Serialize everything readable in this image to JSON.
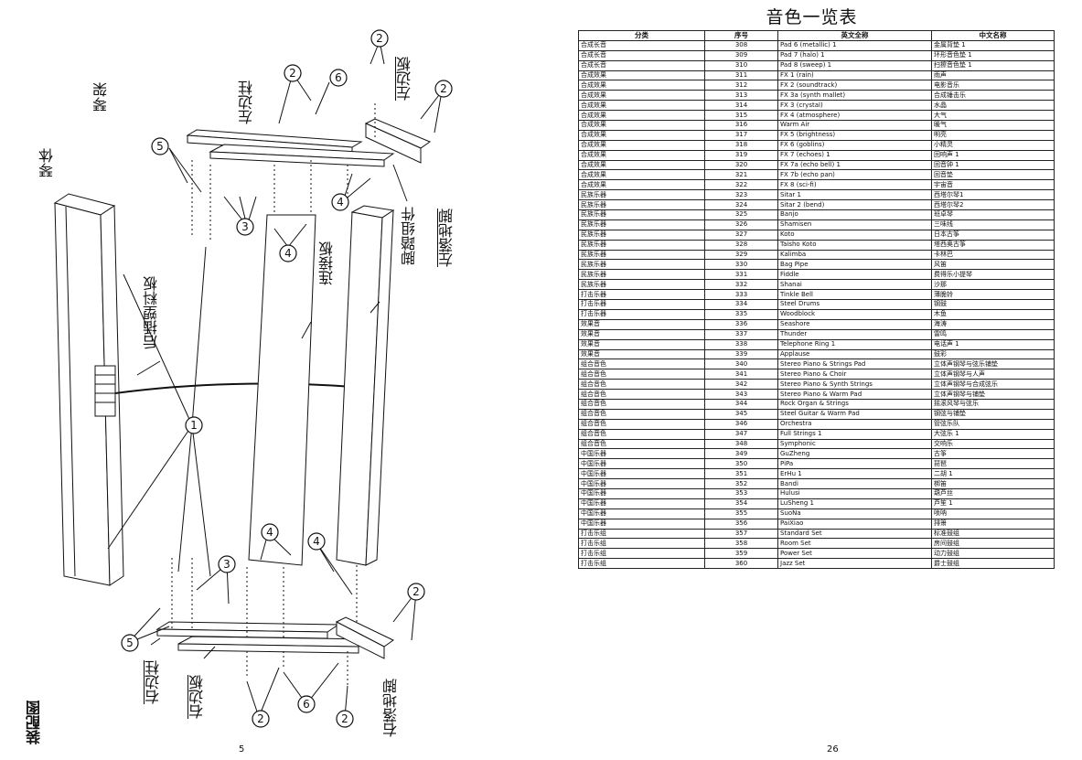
{
  "left_page": {
    "title": "装配图",
    "page_number": "5",
    "labels": {
      "piano_body": "琴体",
      "piano_stand": "琴架",
      "back_plastic_panel": "后插塑料板",
      "connecting_board": "连接板",
      "left_post": "左边柱",
      "left_board": "左边板",
      "left_foot": "左落地脚",
      "pedal_assembly": "脚踏组件",
      "right_post": "右边柱",
      "right_board": "右边板",
      "right_foot": "右落地脚"
    },
    "callouts": [
      "1",
      "2",
      "3",
      "4",
      "5",
      "6"
    ]
  },
  "right_page": {
    "title": "音色一览表",
    "page_number": "26",
    "table": {
      "headers": [
        "分类",
        "序号",
        "英文全称",
        "中文名称"
      ],
      "rows": [
        [
          "合成长音",
          "308",
          "Pad 6 (metallic) 1",
          "金属背垫 1"
        ],
        [
          "合成长音",
          "309",
          "Pad 7 (halo) 1",
          "环形音色垫 1"
        ],
        [
          "合成长音",
          "310",
          "Pad 8 (sweep) 1",
          "扫擦音色垫 1"
        ],
        [
          "合成效果",
          "311",
          "FX 1 (rain)",
          "雨声"
        ],
        [
          "合成效果",
          "312",
          "FX 2 (soundtrack)",
          "电影音乐"
        ],
        [
          "合成效果",
          "313",
          "FX 3a (synth mallet)",
          "合成锤击乐"
        ],
        [
          "合成效果",
          "314",
          "FX 3 (crystal)",
          "水晶"
        ],
        [
          "合成效果",
          "315",
          "FX 4 (atmosphere)",
          "大气"
        ],
        [
          "合成效果",
          "316",
          "Warm Air",
          "暖气"
        ],
        [
          "合成效果",
          "317",
          "FX 5 (brightness)",
          "明亮"
        ],
        [
          "合成效果",
          "318",
          "FX 6 (goblins)",
          "小精灵"
        ],
        [
          "合成效果",
          "319",
          "FX 7 (echoes) 1",
          "回响声 1"
        ],
        [
          "合成效果",
          "320",
          "FX 7a (echo bell) 1",
          "回音钟 1"
        ],
        [
          "合成效果",
          "321",
          "FX 7b (echo pan)",
          "回音垫"
        ],
        [
          "合成效果",
          "322",
          "FX 8 (sci-fi)",
          "宇宙音"
        ],
        [
          "民族乐器",
          "323",
          "Sitar 1",
          "西塔尔琴1"
        ],
        [
          "民族乐器",
          "324",
          "Sitar 2 (bend)",
          "西塔尔琴2"
        ],
        [
          "民族乐器",
          "325",
          "Banjo",
          "班卓琴"
        ],
        [
          "民族乐器",
          "326",
          "Shamisen",
          "三味线"
        ],
        [
          "民族乐器",
          "327",
          "Koto",
          "日本古筝"
        ],
        [
          "民族乐器",
          "328",
          "Taisho Koto",
          "塔西奥古筝"
        ],
        [
          "民族乐器",
          "329",
          "Kalimba",
          "卡林巴"
        ],
        [
          "民族乐器",
          "330",
          "Bag Pipe",
          "风笛"
        ],
        [
          "民族乐器",
          "331",
          "Fiddle",
          "费得乐小提琴"
        ],
        [
          "民族乐器",
          "332",
          "Shanai",
          "沙那"
        ],
        [
          "打击乐器",
          "333",
          "Tinkle Bell",
          "薄脆铃"
        ],
        [
          "打击乐器",
          "334",
          "Steel Drums",
          "钢鼓"
        ],
        [
          "打击乐器",
          "335",
          "Woodblock",
          "木鱼"
        ],
        [
          "效果音",
          "336",
          "Seashore",
          "海涛"
        ],
        [
          "效果音",
          "337",
          "Thunder",
          "雷鸣"
        ],
        [
          "效果音",
          "338",
          "Telephone Ring 1",
          "电话声 1"
        ],
        [
          "效果音",
          "339",
          "Applause",
          "鼓彩"
        ],
        [
          "组合音色",
          "340",
          "Stereo Piano & Strings Pad",
          "立体声钢琴与弦乐铺垫"
        ],
        [
          "组合音色",
          "341",
          "Stereo Piano & Choir",
          "立体声钢琴与人声"
        ],
        [
          "组合音色",
          "342",
          "Stereo Piano & Synth Strings",
          "立体声钢琴与合成弦乐"
        ],
        [
          "组合音色",
          "343",
          "Stereo Piano & Warm Pad",
          "立体声钢琴与铺垫"
        ],
        [
          "组合音色",
          "344",
          "Rock Organ & Strings",
          "摇滚风琴与弦乐"
        ],
        [
          "组合音色",
          "345",
          "Steel Guitar & Warm Pad",
          "钢弦与铺垫"
        ],
        [
          "组合音色",
          "346",
          "Orchestra",
          "管弦乐队"
        ],
        [
          "组合音色",
          "347",
          "Full Strings 1",
          "大弦乐 1"
        ],
        [
          "组合音色",
          "348",
          "Symphonic",
          "交响乐"
        ],
        [
          "中国乐器",
          "349",
          "GuZheng",
          "古筝"
        ],
        [
          "中国乐器",
          "350",
          "PiPa",
          "琵琶"
        ],
        [
          "中国乐器",
          "351",
          "ErHu 1",
          "二胡 1"
        ],
        [
          "中国乐器",
          "352",
          "Bandi",
          "梆笛"
        ],
        [
          "中国乐器",
          "353",
          "Hulusi",
          "葫芦丝"
        ],
        [
          "中国乐器",
          "354",
          "LuSheng 1",
          "芦笙 1"
        ],
        [
          "中国乐器",
          "355",
          "SuoNa",
          "唢呐"
        ],
        [
          "中国乐器",
          "356",
          "PaiXiao",
          "排箫"
        ],
        [
          "打击乐组",
          "357",
          "Standard Set",
          "标准鼓组"
        ],
        [
          "打击乐组",
          "358",
          "Room Set",
          "房间鼓组"
        ],
        [
          "打击乐组",
          "359",
          "Power Set",
          "动力鼓组"
        ],
        [
          "打击乐组",
          "360",
          "Jazz Set",
          "爵士鼓组"
        ]
      ]
    }
  }
}
